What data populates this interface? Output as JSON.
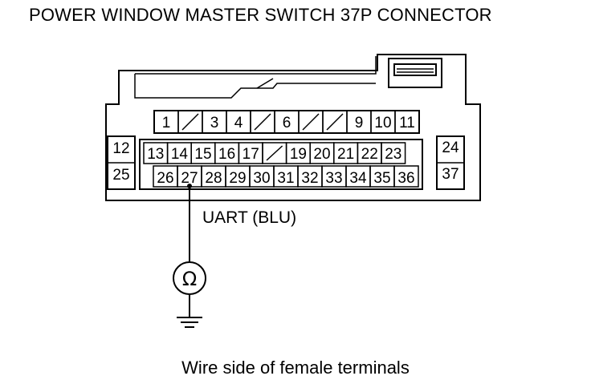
{
  "title": "POWER WINDOW MASTER SWITCH 37P CONNECTOR",
  "wire_label": "UART (BLU)",
  "meter_symbol": "Ω",
  "caption": "Wire side of female terminals",
  "probe_pin": "27",
  "rows": {
    "top": [
      "1",
      "",
      "3",
      "4",
      "",
      "6",
      "",
      "",
      "9",
      "10",
      "11"
    ],
    "middle": [
      "13",
      "14",
      "15",
      "16",
      "17",
      "",
      "19",
      "20",
      "21",
      "22",
      "23"
    ],
    "bottom": [
      "26",
      "27",
      "28",
      "29",
      "30",
      "31",
      "32",
      "33",
      "34",
      "35",
      "36"
    ],
    "left_upper": "12",
    "left_lower": "25",
    "right_upper": "24",
    "right_lower": "37"
  }
}
